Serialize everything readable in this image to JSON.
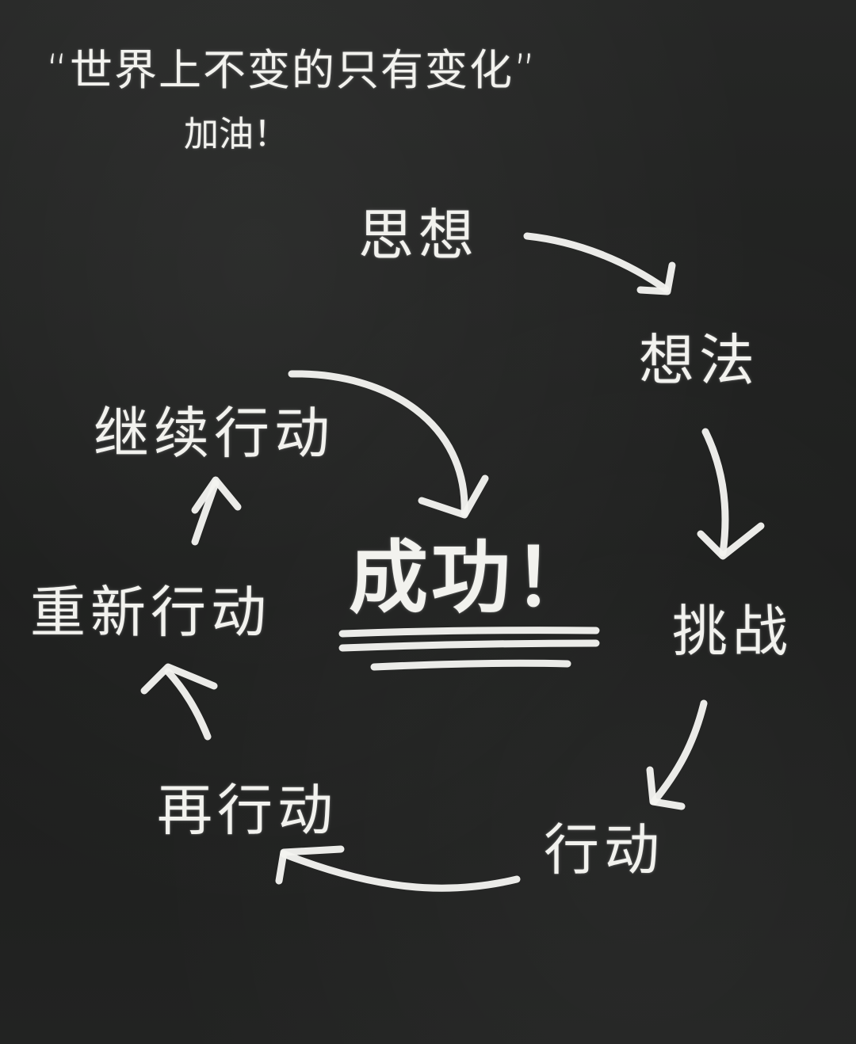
{
  "title": {
    "quote": "“世界上不变的只有变化”",
    "cheer": "加油！"
  },
  "cycle": {
    "nodes": [
      "思想",
      "想法",
      "挑战",
      "行动",
      "再行动",
      "重新行动",
      "继续行动"
    ],
    "center": "成功！"
  }
}
